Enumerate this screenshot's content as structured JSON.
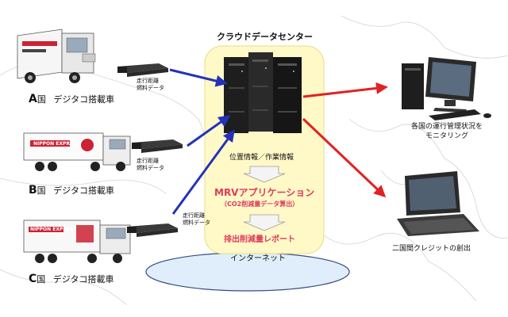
{
  "cloud": {
    "title": "クラウドデータセンター",
    "info": "位置情報／作業情報",
    "app_title": "MRVアプリケーション",
    "app_sub": "（CO2削減量データ算出）",
    "report": "排出削減量レポート"
  },
  "network": {
    "label": "インターネット"
  },
  "trucks": [
    {
      "country": "A",
      "suffix": "国",
      "desc": "デジタコ搭載車",
      "device_label": [
        "走行距離",
        "燃料データ"
      ],
      "brand": ""
    },
    {
      "country": "B",
      "suffix": "国",
      "desc": "デジタコ搭載車",
      "device_label": [
        "走行距離",
        "燃料データ"
      ],
      "brand": "NIPPON EXPRESS"
    },
    {
      "country": "C",
      "suffix": "国",
      "desc": "デジタコ搭載車",
      "device_label": [
        "走行距離",
        "燃料データ"
      ],
      "brand": "NIPPON EXPRESS"
    }
  ],
  "outputs": {
    "desktop": [
      "各国の運行管理状況を",
      "モニタリング"
    ],
    "laptop": "二国間クレジットの創出"
  },
  "colors": {
    "arrow_in": "#2432b8",
    "arrow_out": "#e02222",
    "cloud_bg": "#fff9c8",
    "network_fill": "#dfeefa",
    "accent": "#e03a5a"
  }
}
